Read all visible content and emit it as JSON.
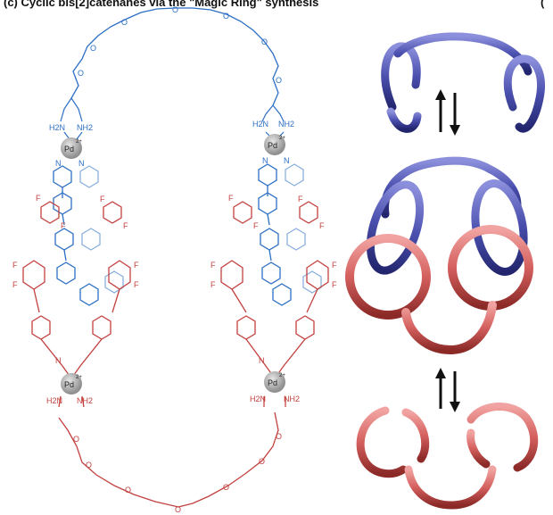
{
  "header": {
    "title": "(c) Cyclic bis[2]catenanes via the \"Magic Ring\" synthesis",
    "corner_label": "("
  },
  "molecule": {
    "linker_atom": "O",
    "left_unit": {
      "amine_top_left": "H2N",
      "amine_top_right": "NH2",
      "metal_top": "Pd",
      "metal_top_charge": "2+",
      "metal_bottom": "Pd",
      "metal_bottom_charge": "2+",
      "amine_bottom_left": "H2N",
      "amine_bottom_right": "NH2",
      "pyridine_n": "N",
      "fluorine": "F"
    },
    "right_unit": {
      "amine_top_left": "H2N",
      "amine_top_right": "NH2",
      "metal_top": "Pd",
      "metal_top_charge": "2+",
      "metal_bottom": "Pd",
      "metal_bottom_charge": "2+",
      "amine_bottom_left": "H2N",
      "amine_bottom_right": "NH2",
      "pyridine_n": "N",
      "fluorine": "F"
    }
  },
  "colors": {
    "blue_strand": "#2c6fc4",
    "red_strand": "#c2413f",
    "blue_ring": "#4a4fae",
    "red_ring": "#d4605e",
    "pd_sphere": "#a8a8a8",
    "arrows": "#111111"
  },
  "schematic": {
    "equilibrium_arrows": "⇅"
  }
}
